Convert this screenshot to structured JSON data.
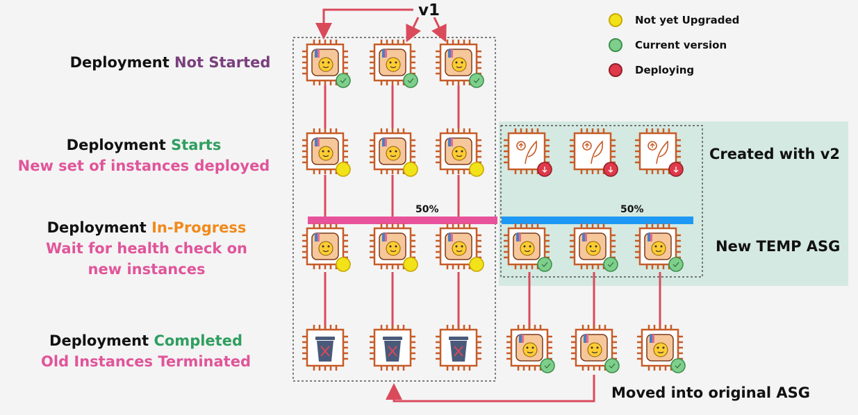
{
  "version_label": "v1",
  "legend": [
    {
      "label": "Not yet Upgraded",
      "color": "#f2e21a"
    },
    {
      "label": "Current version",
      "color": "#7fcf8c"
    },
    {
      "label": "Deploying",
      "color": "#e0394a"
    }
  ],
  "stages": [
    {
      "title_prefix": "Deployment",
      "title_status": "Not Started",
      "status_color": "#7a3f7e",
      "subtitle": ""
    },
    {
      "title_prefix": "Deployment",
      "title_status": "Starts",
      "status_color": "#2f9e5f",
      "subtitle": "New set of instances deployed"
    },
    {
      "title_prefix": "Deployment",
      "title_status": "In-Progress",
      "status_color": "#f08a1c",
      "subtitle": "Wait for health check on new instances"
    },
    {
      "title_prefix": "Deployment",
      "title_status": "Completed",
      "status_color": "#2f9e5f",
      "subtitle": "Old Instances Terminated"
    }
  ],
  "subtitle_color": "#e0559a",
  "side_labels": {
    "created": "Created with v2",
    "temp_asg": "New TEMP ASG",
    "moved": "Moved into original ASG"
  },
  "split": {
    "old_percent": "50%",
    "new_percent": "50%",
    "old_color": "#e8529b",
    "new_color": "#1e98f5"
  },
  "colors": {
    "chip": "#c75b27",
    "connector": "#d94a5b",
    "temp_asg_bg": "#d4e9e1",
    "trash": "#4a5a7a"
  },
  "icons": [
    "not-upgraded-icon",
    "current-version-icon",
    "deploying-icon",
    "chip-icon",
    "trash-icon",
    "plant-upload-icon"
  ]
}
